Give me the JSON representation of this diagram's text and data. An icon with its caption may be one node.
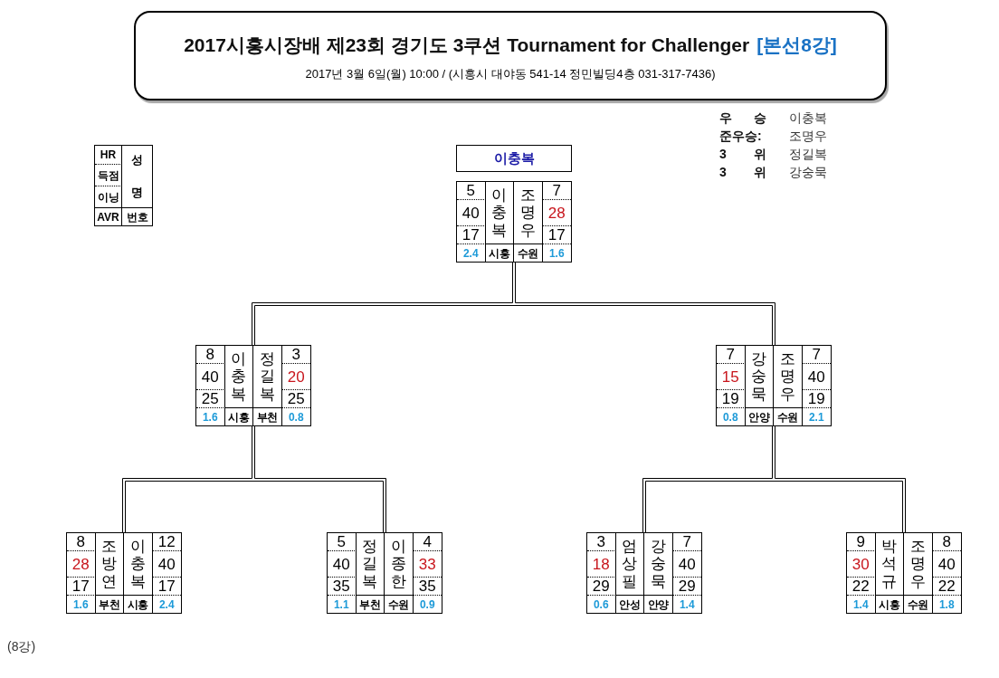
{
  "diagram": {
    "nodes": [
      {
        "text": [
          "2017시흥시장배 제23회 경기도 3쿠션 Tournament for Challenger",
          "[본선8강]",
          "2017년 3월 6일(월) 10:00 / (시흥시 대야동 541-14 정민빌딩4층 031-317-7436)"
        ]
      },
      {
        "text": [
          "HR",
          "득점",
          "이닝",
          "성명",
          "AVR",
          "번호"
        ]
      },
      {
        "text": [
          "이충복"
        ]
      },
      {
        "text": [
          "5",
          "이충복",
          "조명우",
          "7",
          "40",
          "28",
          "17",
          "17",
          "2.4",
          "시흥",
          "수원",
          "1.6"
        ]
      },
      {
        "text": [
          "8",
          "이충복",
          "정길복",
          "3",
          "40",
          "20",
          "25",
          "25",
          "1.6",
          "시흥",
          "부천",
          "0.8"
        ]
      },
      {
        "text": [
          "7",
          "강숭묵",
          "조명우",
          "7",
          "15",
          "40",
          "19",
          "19",
          "0.8",
          "안양",
          "수원",
          "2.1"
        ]
      },
      {
        "text": [
          "8",
          "조방연",
          "이충복",
          "12",
          "28",
          "40",
          "17",
          "17",
          "1.6",
          "부천",
          "시흥",
          "2.4"
        ]
      },
      {
        "text": [
          "5",
          "정길복",
          "이종한",
          "4",
          "40",
          "33",
          "35",
          "35",
          "1.1",
          "부천",
          "수원",
          "0.9"
        ]
      },
      {
        "text": [
          "3",
          "엄상필",
          "강숭묵",
          "7",
          "18",
          "40",
          "29",
          "29",
          "0.6",
          "안성",
          "안양",
          "1.4"
        ]
      },
      {
        "text": [
          "9",
          "박석규",
          "조명우",
          "8",
          "30",
          "40",
          "22",
          "22",
          "1.4",
          "시흥",
          "수원",
          "1.8"
        ]
      }
    ],
    "edges": [
      {
        "from": 6,
        "to": 4,
        "arrow": "none"
      },
      {
        "from": 7,
        "to": 4,
        "arrow": "none"
      },
      {
        "from": 8,
        "to": 5,
        "arrow": "none"
      },
      {
        "from": 9,
        "to": 5,
        "arrow": "none"
      },
      {
        "from": 4,
        "to": 3,
        "arrow": "none"
      },
      {
        "from": 5,
        "to": 3,
        "arrow": "none"
      }
    ],
    "labels": [
      "우 승",
      "이충복",
      "준우승:",
      "조명우",
      "3 위",
      "정길복",
      "3 위",
      "강숭묵",
      "(8강)"
    ]
  }
}
